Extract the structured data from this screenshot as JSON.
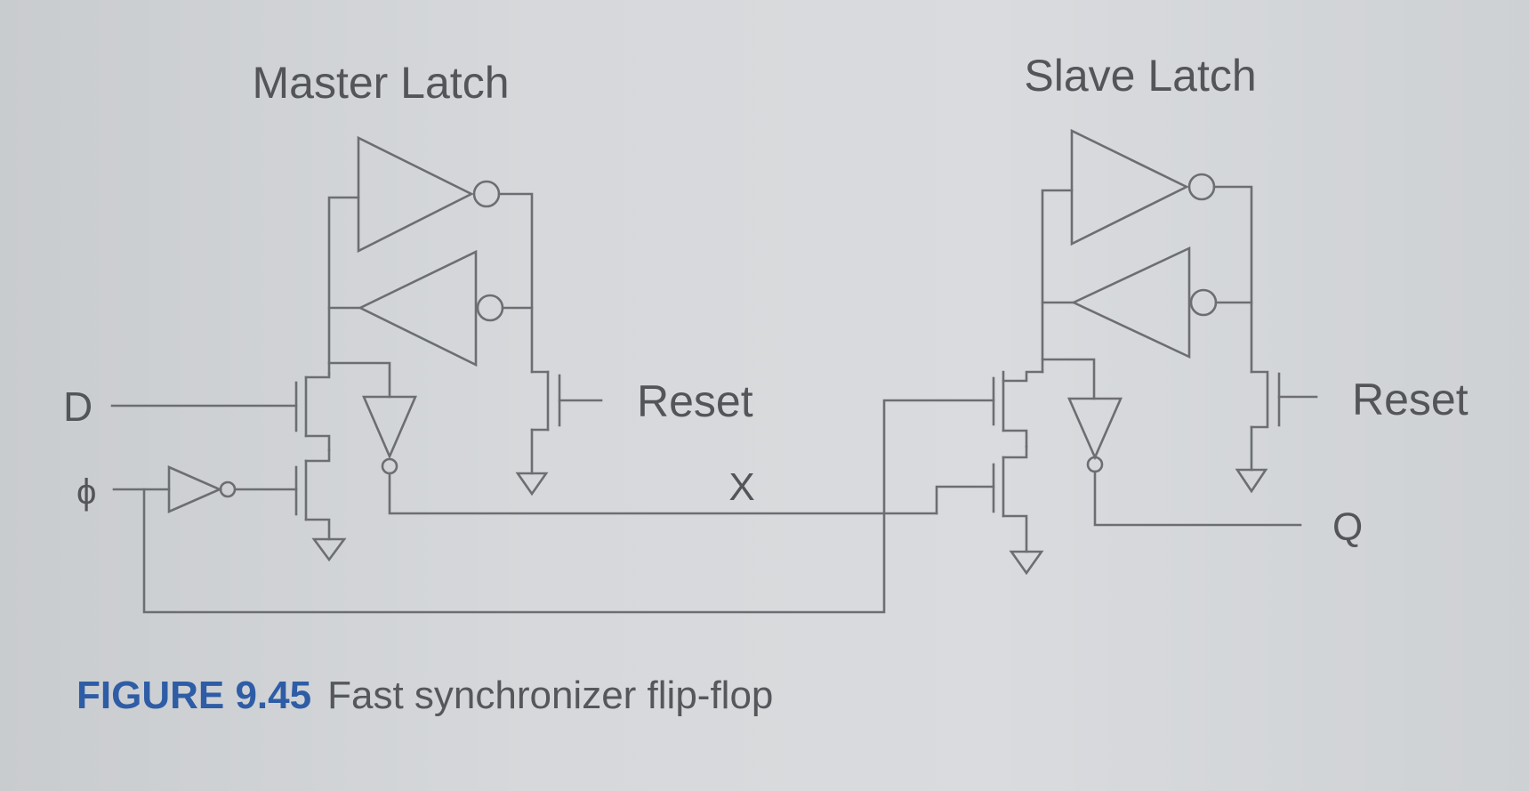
{
  "labels": {
    "master_title": "Master Latch",
    "slave_title": "Slave Latch",
    "input_d": "D",
    "input_phi": "ϕ",
    "reset_master": "Reset",
    "reset_slave": "Reset",
    "node_x": "X",
    "output_q": "Q"
  },
  "caption": {
    "number": "FIGURE 9.45",
    "text": "Fast synchronizer flip-flop"
  },
  "colors": {
    "ink": "#6c6e72",
    "caption_accent": "#2e5da6",
    "background": "#d6d8db"
  }
}
